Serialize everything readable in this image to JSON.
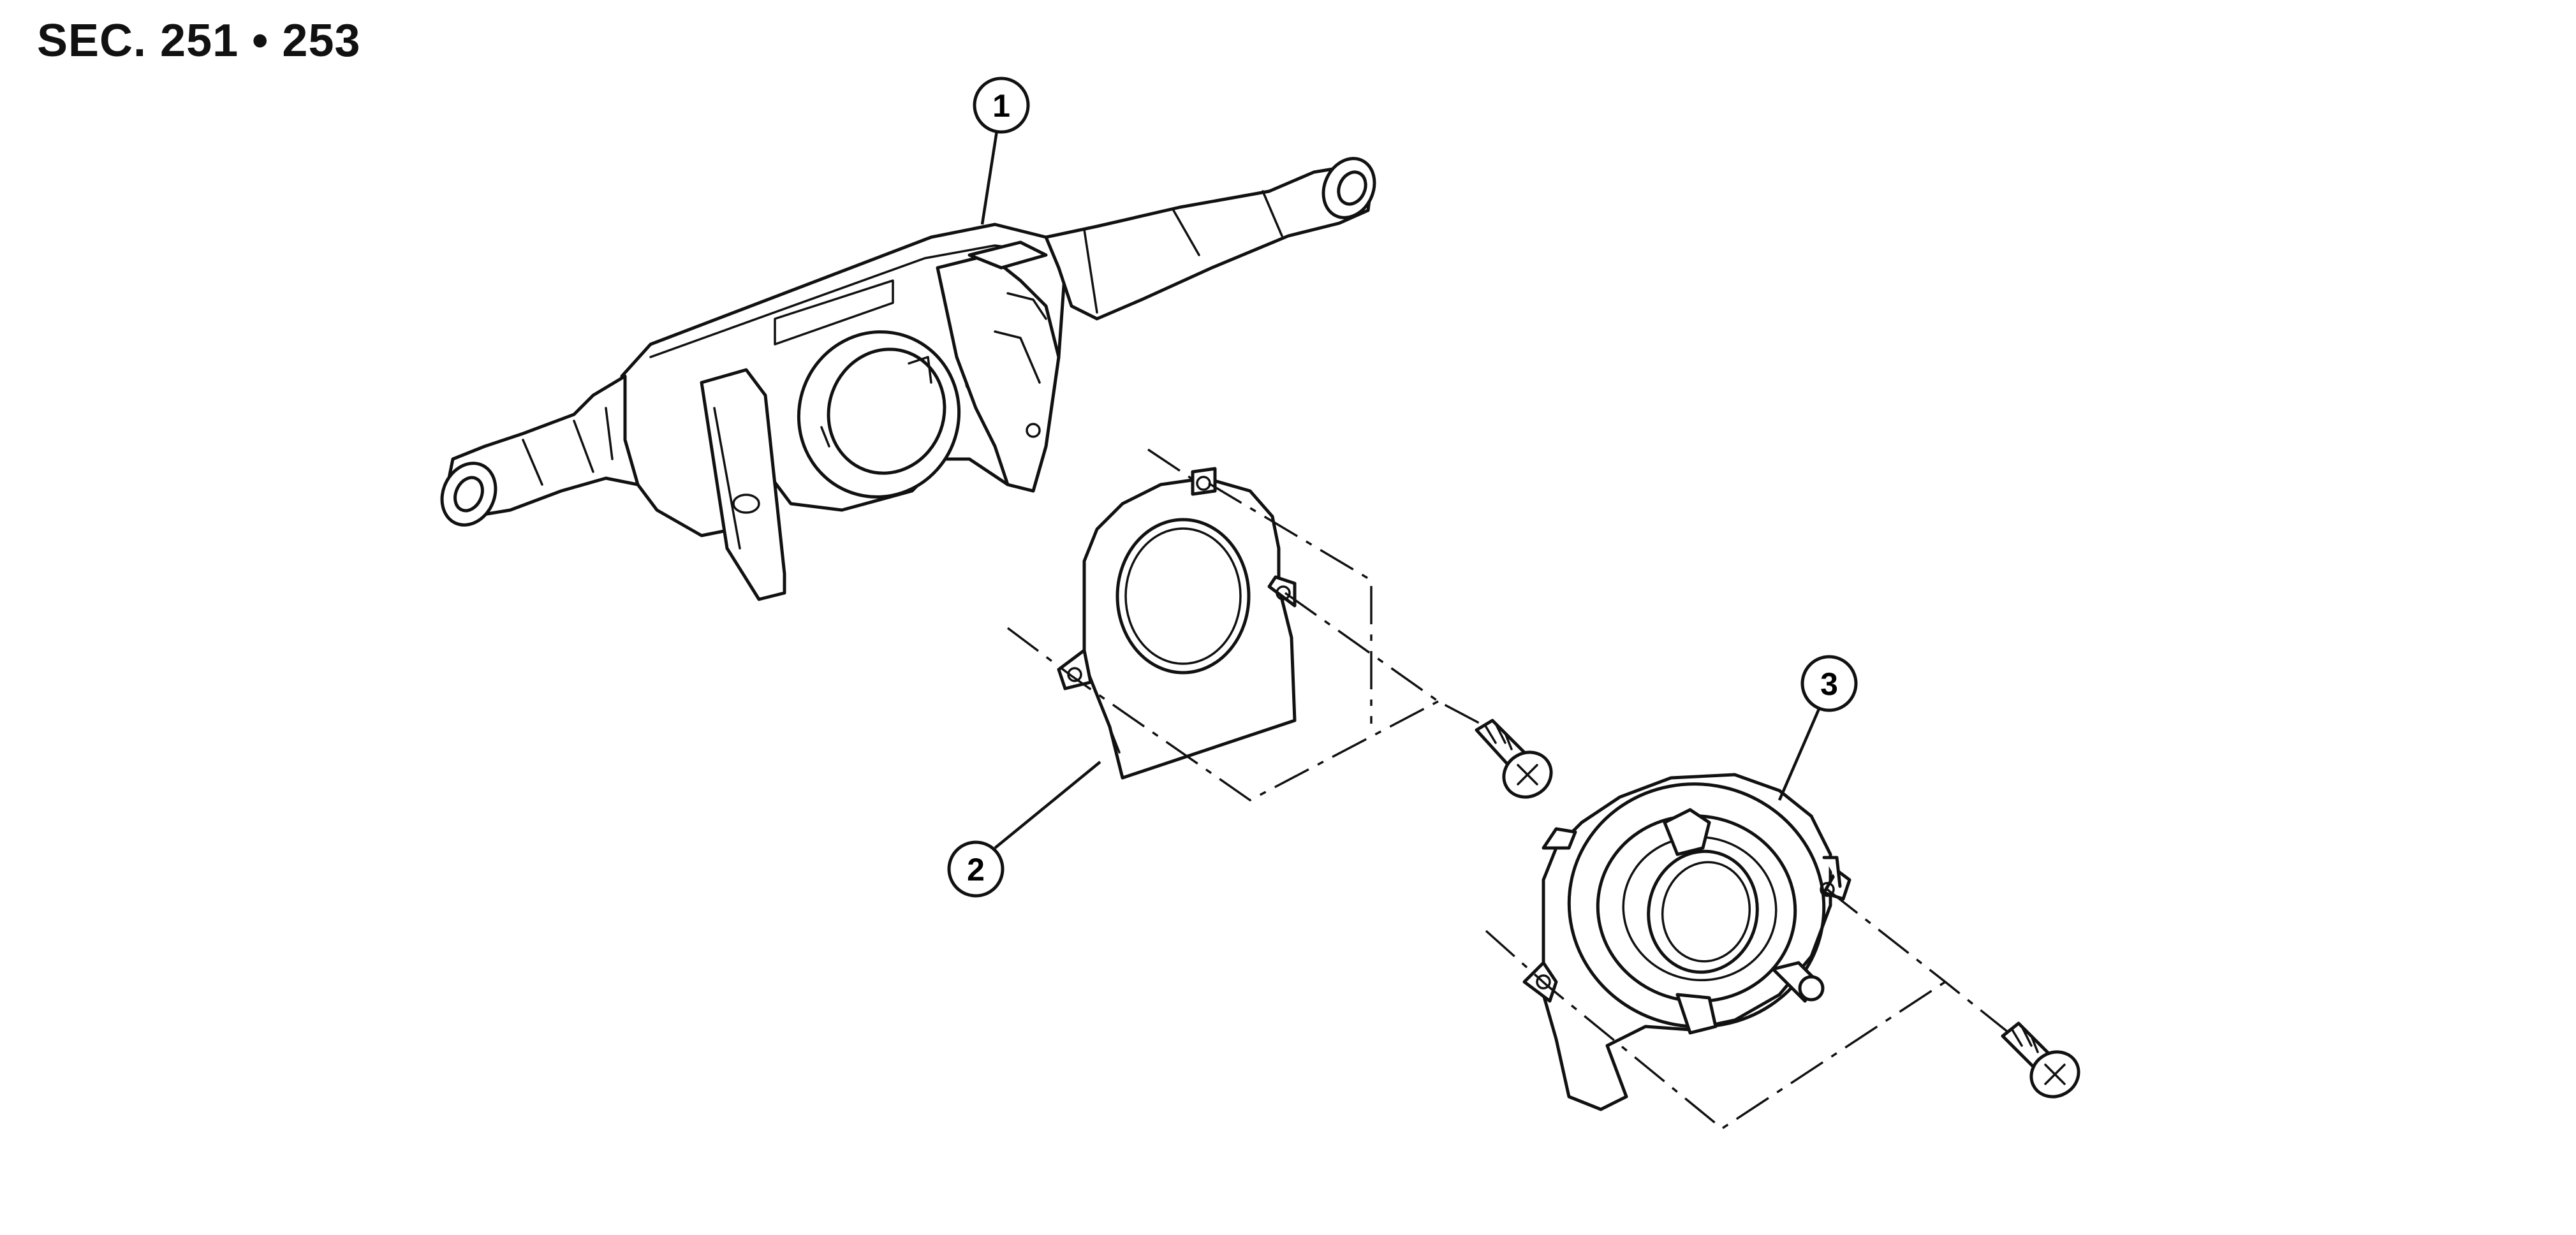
{
  "header": {
    "section": "SEC. 251 • 253"
  },
  "callouts": [
    {
      "id": "1",
      "part": "combination-switch"
    },
    {
      "id": "2",
      "part": "switch-base-cover"
    },
    {
      "id": "3",
      "part": "spiral-cable"
    }
  ],
  "colors": {
    "line": "#111111",
    "background": "#ffffff"
  },
  "icons": [
    "screw-icon",
    "screw-icon"
  ]
}
